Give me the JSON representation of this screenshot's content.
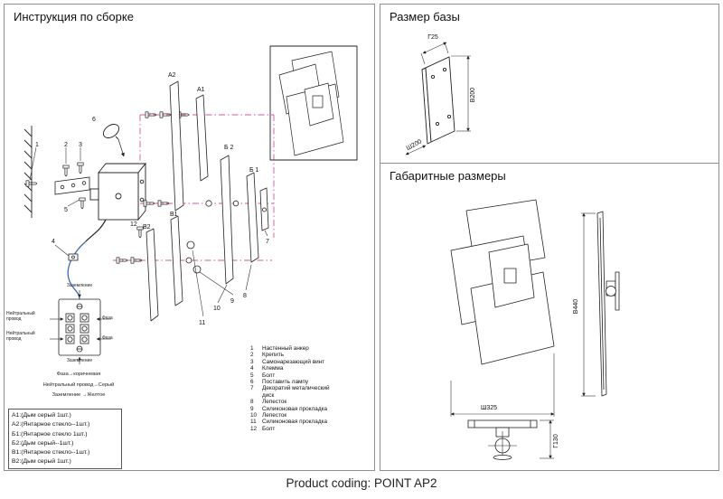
{
  "product_coding": "Product coding: POINT AP2",
  "left_panel": {
    "title": "Инструкция по сборке",
    "labels": {
      "n1": "1",
      "n2": "2",
      "n3": "3",
      "n4": "4",
      "n5": "5",
      "n6": "6",
      "n7": "7",
      "n8": "8",
      "n9": "9",
      "n10": "10",
      "n11": "11",
      "n12": "12",
      "a1": "A1",
      "a2": "A2",
      "b1": "Б 1",
      "b2": "Б 2",
      "v1": "B1",
      "v2": "B2"
    },
    "wiring": {
      "ground_top": "Заземление",
      "neutral_1": "Нейтральный провод",
      "neutral_2": "Нейтральный провод",
      "phase_1": "Фаза",
      "phase_2": "Фаза",
      "ground_bottom": "Заземление",
      "colors": [
        "Фаза→коричневая",
        "Нейтральный провод→Серый",
        "Заземление →Желтое"
      ]
    },
    "parts_list": [
      {
        "num": "1",
        "name": "Настенный анкер"
      },
      {
        "num": "2",
        "name": "Крепить"
      },
      {
        "num": "3",
        "name": "Самонарезающий винт"
      },
      {
        "num": "4",
        "name": "Клемма"
      },
      {
        "num": "5",
        "name": "Болт"
      },
      {
        "num": "6",
        "name": "Поставить лампу"
      },
      {
        "num": "7",
        "name": "Декоратий металический диск"
      },
      {
        "num": "8",
        "name": "Лепесток"
      },
      {
        "num": "9",
        "name": "Силиконовая прокладка"
      },
      {
        "num": "10",
        "name": "Лепесток"
      },
      {
        "num": "11",
        "name": "Силиконовая прокладка"
      },
      {
        "num": "12",
        "name": "Болт"
      }
    ],
    "glass_legend": [
      "A1:(Дым серый 1шт.)",
      "A2:(Янтарное стекло--1шт.)",
      "Б1:(Янтарное стекло 1шт.)",
      "Б2:(Дым серый--1шт.)",
      "В1:(Янтарное стекло--1шт.)",
      "В2:(Дым серый 1шт.)"
    ]
  },
  "base_panel": {
    "title": "Размер базы",
    "dims": {
      "depth": "Г25",
      "height": "В200",
      "width": "Ш200"
    }
  },
  "overall_panel": {
    "title": "Габаритные размеры",
    "dims": {
      "height": "В440",
      "width": "Ш325",
      "depth": "Г130"
    }
  }
}
